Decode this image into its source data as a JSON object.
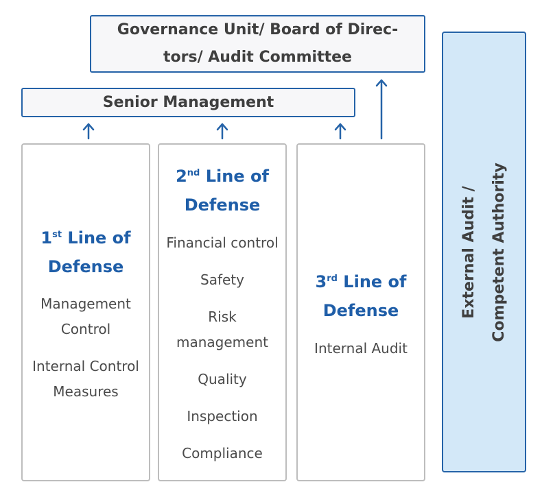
{
  "governance": {
    "line1": "Governance Unit/ Board of Direc-",
    "line2": "tors/ Audit Committee"
  },
  "senior_management": "Senior Management",
  "first_line": {
    "ordinal": "1",
    "suffix": "st",
    "title_rest": " Line of",
    "title_line2": "Defense",
    "items": [
      {
        "l1": "Management",
        "l2": "Control"
      },
      {
        "l1": "Internal Control",
        "l2": "Measures"
      }
    ]
  },
  "second_line": {
    "ordinal": "2",
    "suffix": "nd",
    "title_rest": " Line of",
    "title_line2": "Defense",
    "items": [
      {
        "l1": "Financial control"
      },
      {
        "l1": "Safety"
      },
      {
        "l1": "Risk",
        "l2": "management"
      },
      {
        "l1": "Quality"
      },
      {
        "l1": "Inspection"
      },
      {
        "l1": "Compliance"
      }
    ]
  },
  "third_line": {
    "ordinal": "3",
    "suffix": "rd",
    "title_rest": " Line of",
    "title_line2": "Defense",
    "items": [
      {
        "l1": "Internal Audit"
      }
    ]
  },
  "external": {
    "line1": "External Audit /",
    "line2": "Competent Authority"
  },
  "colors": {
    "accent": "#2563a8",
    "heading": "#1f5ea8",
    "side_fill": "#d3e8f8",
    "box_border": "#bdbdbd"
  }
}
